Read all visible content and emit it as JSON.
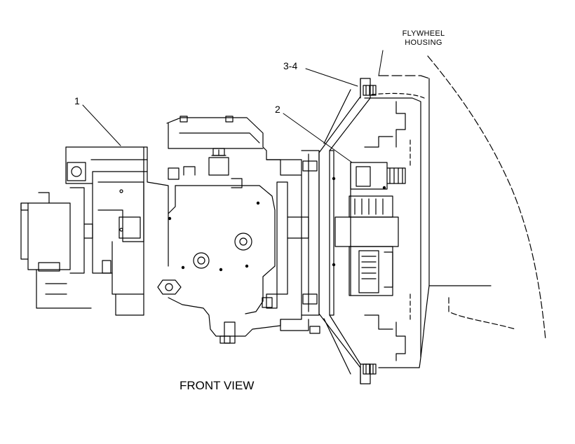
{
  "labels": {
    "flywheel_housing_line1": "FLYWHEEL",
    "flywheel_housing_line2": "HOUSING",
    "callout_1": "1",
    "callout_2": "2",
    "callout_3_4": "3-4",
    "caption": "FRONT VIEW"
  }
}
